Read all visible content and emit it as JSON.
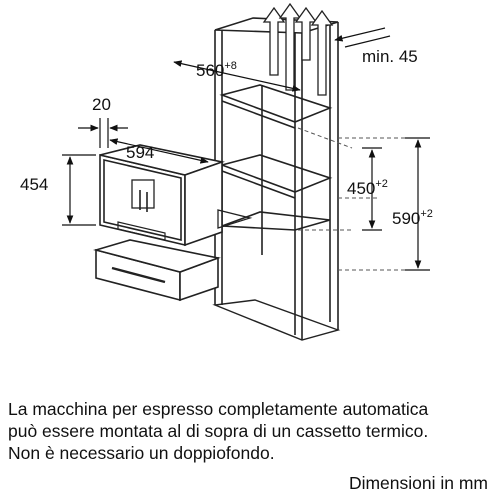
{
  "diagram": {
    "labels": {
      "depth_recess": "560",
      "depth_recess_tol": "+8",
      "min_clearance": "min. 45",
      "front_offset": "20",
      "width": "594",
      "height": "454",
      "niche_height": "450",
      "niche_height_tol": "+2",
      "niche_total": "590",
      "niche_total_tol": "+2"
    }
  },
  "caption": {
    "text": "La macchina per espresso completamente automatica può essere montata al di sopra di un cassetto termico. Non è necessario un doppiofondo."
  },
  "units": {
    "text": "Dimensioni in mm"
  }
}
